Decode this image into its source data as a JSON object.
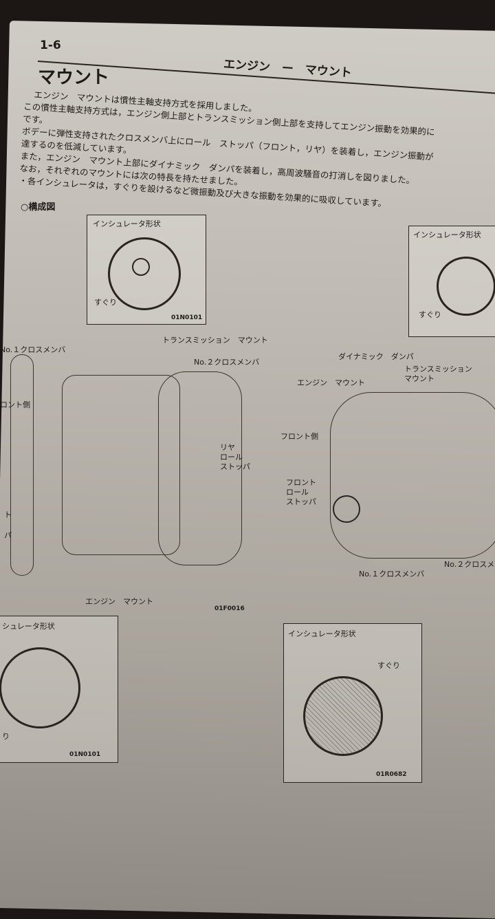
{
  "page_number": "1-6",
  "running_header": "エンジン　ー　マウント",
  "title": "マウント",
  "body_lines": [
    "エンジン　マウントは慣性主軸支持方式を採用しました。",
    "この慣性主軸支持方式は，エンジン側上部とトランスミッション側上部を支持してエンジン振動を効果的に",
    "です。",
    "ボデーに弾性支持されたクロスメンバ上にロール　ストッパ（フロント，リヤ）を装着し，エンジン振動が",
    "達するのを低減しています。",
    "また，エンジン　マウント上部にダイナミック　ダンパを装着し，高周波騒音の打消しを図りました。",
    "なお，それぞれのマウントには次の特長を持たせました。",
    "・各インシュレータは，すぐりを設けるなど微振動及び大きな振動を効果的に吸収しています。"
  ],
  "section_heading": "○構成図",
  "diagram_left": {
    "inset_top": {
      "title": "インシュレータ形状",
      "callout": "すぐり",
      "code": "01N0101"
    },
    "inset_bottom": {
      "title": "シュレータ形状",
      "callout": "り",
      "code": "01N0101"
    },
    "labels": {
      "no1_crossmember": "No.１クロスメンバ",
      "front_side": "ロント側",
      "transmission_mount": "トランスミッション　マウント",
      "no2_crossmember": "No.２クロスメンバ",
      "rear_roll_stopper": [
        "リヤ",
        "ロール",
        "ストッパ"
      ],
      "engine_mount": "エンジン　マウント",
      "left_cut_1": "ト",
      "left_cut_2": "パ"
    },
    "figure_code": "01F0016"
  },
  "diagram_right": {
    "inset_top": {
      "title": "インシュレータ形状",
      "callout": "すぐり"
    },
    "inset_bottom": {
      "title": "インシュレータ形状",
      "callout": "すぐり",
      "code": "01R0682"
    },
    "labels": {
      "dynamic_damper": "ダイナミック　ダンパ",
      "engine_mount": "エンジン　マウント",
      "transmission_mount": [
        "トランスミッション",
        "マウント"
      ],
      "front_side": "フロント側",
      "front_roll_stopper": [
        "フロント",
        "ロール",
        "ストッパ"
      ],
      "no1_crossmember": "No.１クロスメンバ",
      "no2_crossmember": "No.２クロスメ"
    }
  }
}
